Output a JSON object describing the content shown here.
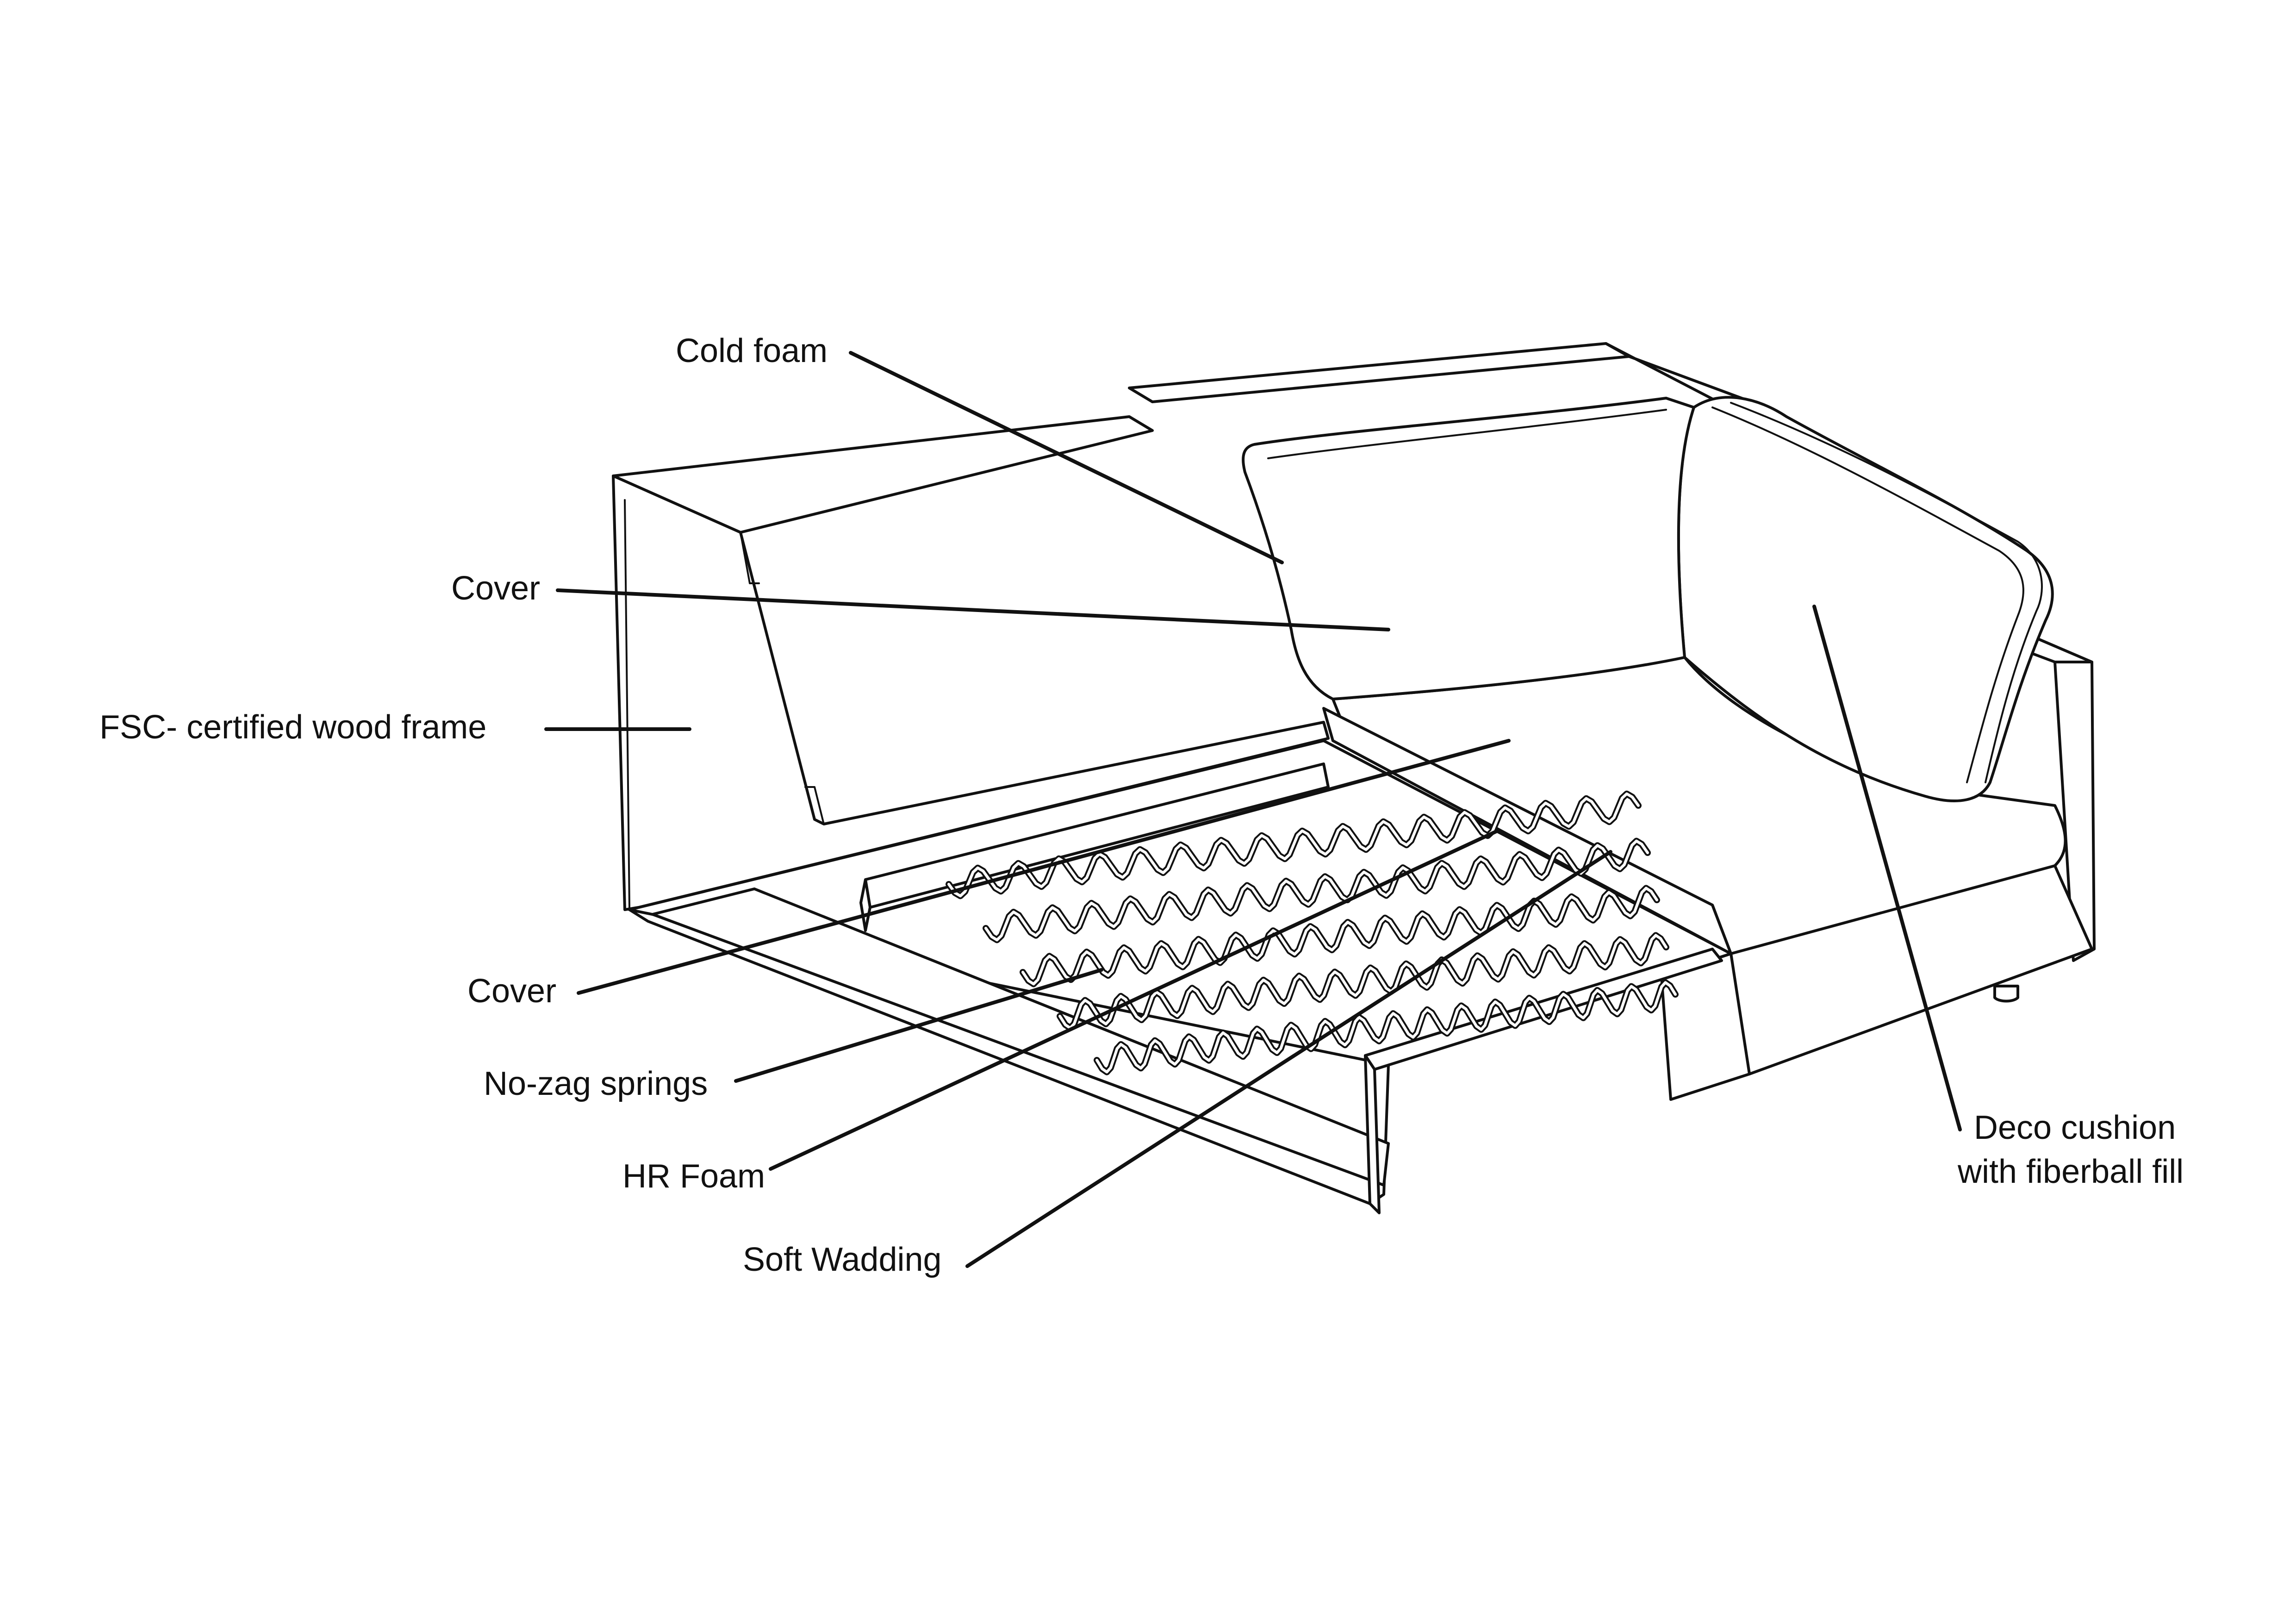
{
  "labels": {
    "cold_foam": "Cold foam",
    "cover_top": "Cover",
    "wood_frame": "FSC- certified wood frame",
    "cover_bottom": "Cover",
    "springs": "No-zag springs",
    "hr_foam": "HR Foam",
    "soft_wadding": "Soft Wadding",
    "deco_cushion_line1": "Deco cushion",
    "deco_cushion_line2": "with fiberball fill"
  },
  "icons": {
    "diagram": "sofa-cutaway-illustration"
  },
  "colors": {
    "ink": "#111111",
    "background": "#ffffff"
  }
}
